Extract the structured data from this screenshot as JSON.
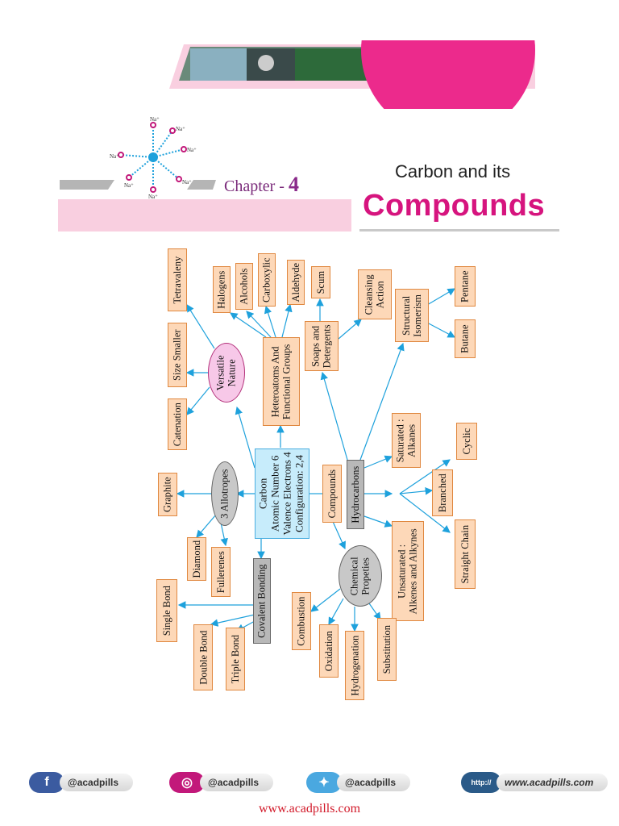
{
  "header": {
    "chapter_label": "Chapter - ",
    "chapter_number": "4",
    "title_top": "Carbon and its",
    "title_main": "Compounds",
    "molecule_labels": [
      "Na⁺",
      "Na⁺",
      "Na⁺",
      "Na⁺",
      "Na⁺",
      "Na⁺",
      "Na⁺"
    ]
  },
  "mindmap": {
    "center": "Carbon\nAtomic Number 6\nValence Electrons 4\nConfiguration: 2,4",
    "versatile_nature": "Versatile\nNature",
    "catenation": "Catenation",
    "size_smaller": "Size Smaller",
    "tetravaleny": "Tetravaleny",
    "heteroatoms": "Heteroatoms And\nFunctional Groups",
    "halogens": "Halogens",
    "alcohols": "Alcohols",
    "carboxylic": "Carboxylic",
    "aldehyde": "Aldehyde",
    "soaps": "Soaps and\nDetergents",
    "scum": "Scum",
    "cleansing": "Cleansing\nAction",
    "structural": "Structural\nIsomerism",
    "pentane": "Pentane",
    "butane": "Butane",
    "allotropes": "3 Allotropes",
    "graphite": "Graphite",
    "diamond": "Diamond",
    "fullerenes": "Fullerenes",
    "compounds": "Compounds",
    "hydrocarbons": "Hydrocarbons",
    "saturated": "Saturated :\nAlkanes",
    "unsaturated": "Unsaturated :\nAlkenes and Alkynes",
    "cyclic": "Cyclic",
    "branched": "Branched",
    "straight": "Straight Chain",
    "covalent": "Covalent Bonding",
    "single_bond": "Single Bond",
    "double_bond": "Double Bond",
    "triple_bond": "Triple Bond",
    "chemical": "Chemical\nPropeties",
    "combustion": "Combustion",
    "oxidation": "Oxidation",
    "hydrogenation": "Hydrogenation",
    "substitution": "Substitution"
  },
  "footer": {
    "facebook": "@acadpills",
    "instagram": "@acadpills",
    "twitter": "@acadpills",
    "website_badge": "http://",
    "website_handle": "www.acadpills.com",
    "url": "www.acadpills.com"
  },
  "colors": {
    "accent_pink": "#d6147e",
    "box_fill": "#fdd8b8",
    "box_border": "#e08840",
    "arrow": "#1ea1dc",
    "center_fill": "#c7ecfb"
  }
}
